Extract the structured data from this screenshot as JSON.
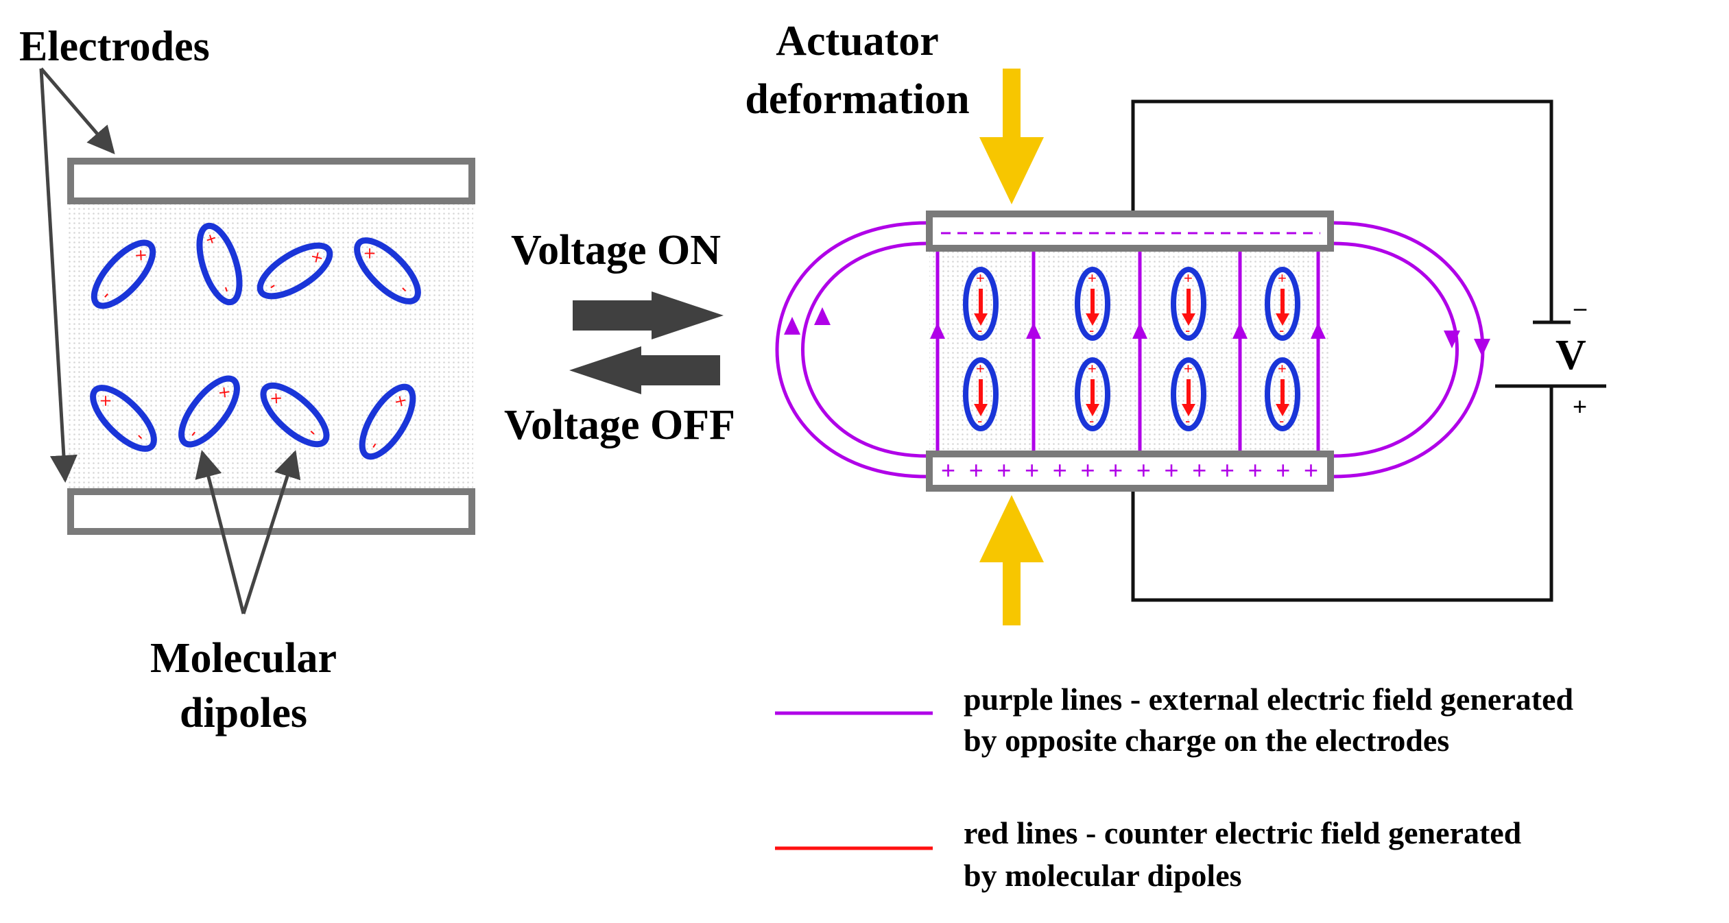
{
  "labels": {
    "electrodes": "Electrodes",
    "molecular_line1": "Molecular",
    "molecular_line2": "dipoles",
    "voltage_on": "Voltage ON",
    "voltage_off": "Voltage OFF",
    "actuator_line1": "Actuator",
    "actuator_line2": "deformation",
    "battery_label": "V",
    "battery_minus": "–",
    "battery_plus": "+"
  },
  "legend": [
    {
      "color": "#b000e8",
      "line1": "purple lines - external electric field generated",
      "line2": "by opposite charge on the electrodes"
    },
    {
      "color": "#ff1010",
      "line1": "red lines - counter electric field generated",
      "line2": "by molecular dipoles"
    }
  ],
  "colors": {
    "electrode": "#7a7a7a",
    "dipole": "#1a35d8",
    "field": "#b000e8",
    "counter_field": "#ff1010",
    "actuator_arrow": "#f7c600",
    "switch_arrow": "#404040",
    "circuit_wire": "#111111"
  }
}
